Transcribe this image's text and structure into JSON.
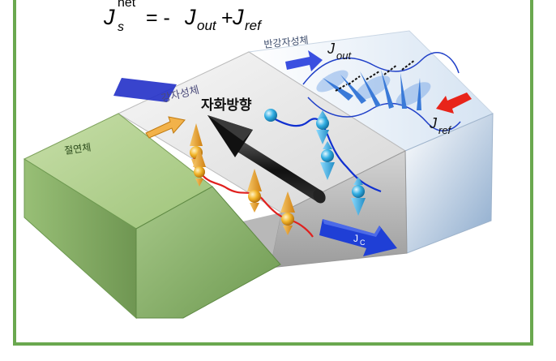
{
  "equation": {
    "lhs_main": "J",
    "lhs_sub": "s",
    "lhs_sup": "net",
    "rhs_prefix": "= - ",
    "out_main": "J",
    "out_sub": "out",
    "plus": " + ",
    "ref_main": "J",
    "ref_sub": "ref"
  },
  "labels": {
    "insulator": "절연체",
    "ferromagnet": "강자성체",
    "antiferromagnet": "반강자성체",
    "magnetization": "자화방향",
    "jc_main": "J",
    "jc_sub": "C",
    "jout_main": "J",
    "jout_sub": "out",
    "jref_main": "J",
    "jref_sub": "ref"
  },
  "colors": {
    "frame": "#6aa84f",
    "insulator": "#8fb866",
    "current_arrow": "#1f3fd6",
    "spin_up": "#f0a020",
    "spin_down": "#39b6e6",
    "ref_arrow": "#e0301e"
  }
}
